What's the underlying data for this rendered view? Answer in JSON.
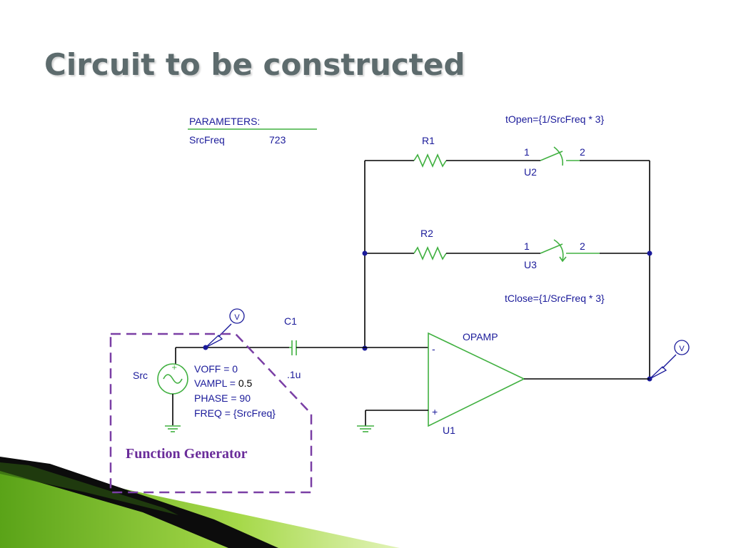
{
  "slide": {
    "title": "Circuit to be constructed"
  },
  "parameters": {
    "header": "PARAMETERS:",
    "name": "SrcFreq",
    "value": "723"
  },
  "resistors": {
    "r1": "R1",
    "r2": "R2"
  },
  "switches": {
    "u2": {
      "name": "U2",
      "pin1": "1",
      "pin2": "2",
      "spec": "tOpen={1/SrcFreq * 3}"
    },
    "u3": {
      "name": "U3",
      "pin1": "1",
      "pin2": "2",
      "spec": "tClose={1/SrcFreq * 3}"
    }
  },
  "capacitor": {
    "name": "C1",
    "value": ".1u"
  },
  "source": {
    "name": "Src",
    "voff": "VOFF = 0",
    "vampl_label": "VAMPL = ",
    "vampl_value": "0.5",
    "phase": "PHASE = 90",
    "freq": "FREQ = {SrcFreq}"
  },
  "opamp": {
    "model": "OPAMP",
    "ref": "U1",
    "minus": "-",
    "plus": "+"
  },
  "probe_symbol": "V",
  "function_generator_caption": "Function Generator",
  "colors": {
    "title": "#5d6b6d",
    "label": "#1a1a9a",
    "component": "#40b040",
    "wire": "#000000",
    "dashed_box": "#7a3fa5",
    "accent_green": "#7cc22a"
  }
}
